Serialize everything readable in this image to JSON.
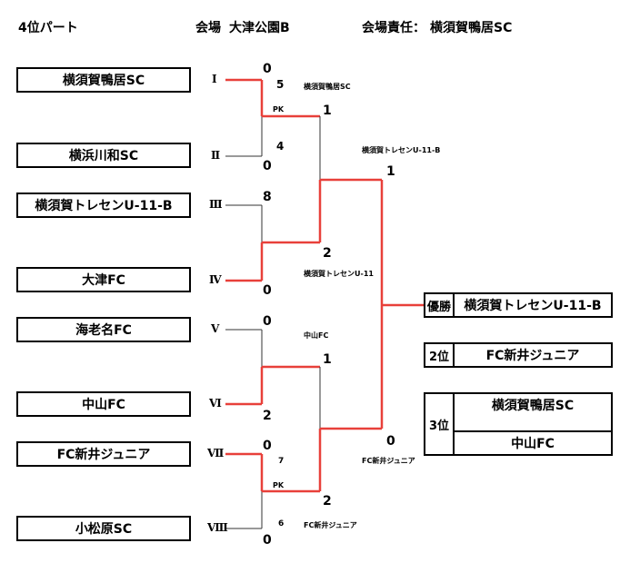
{
  "header": {
    "part": "4位パート",
    "venue_label": "会場",
    "venue": "大津公園B",
    "manager_label": "会場責任：",
    "manager": "横須賀鴨居SC"
  },
  "teams": [
    {
      "num": "Ⅰ",
      "name": "横須賀鴨居SC"
    },
    {
      "num": "Ⅱ",
      "name": "横浜川和SC"
    },
    {
      "num": "Ⅲ",
      "name": "横須賀トレセンU-11-B"
    },
    {
      "num": "Ⅳ",
      "name": "大津FC"
    },
    {
      "num": "Ⅴ",
      "name": "海老名FC"
    },
    {
      "num": "Ⅵ",
      "name": "中山FC"
    },
    {
      "num": "Ⅶ",
      "name": "FC新井ジュニア"
    },
    {
      "num": "Ⅷ",
      "name": "小松原SC"
    }
  ],
  "matches": {
    "m1": {
      "top_score": "0",
      "bottom_score": "0",
      "pk_top": "5",
      "pk_bottom": "4",
      "pk_label": "PK",
      "winner": "横須賀鴨居SC"
    },
    "m2": {
      "top_score": "8",
      "bottom_score": "0",
      "winner": "横須賀トレセンU-11"
    },
    "m3": {
      "top_score": "0",
      "bottom_score": "2",
      "winner": "中山FC"
    },
    "m4": {
      "top_score": "0",
      "bottom_score": "0",
      "pk_top": "7",
      "pk_bottom": "6",
      "pk_label": "PK",
      "winner": "FC新井ジュニア"
    },
    "semi1": {
      "top_score": "1",
      "bottom_score": "2",
      "winner": "横須賀トレセンU-11-B"
    },
    "semi2": {
      "top_score": "1",
      "bottom_score": "2",
      "winner": "FC新井ジュニア"
    },
    "final": {
      "top_score": "1",
      "bottom_score": "0"
    }
  },
  "results": {
    "champion_label": "優勝",
    "champion": "横須賀トレセンU-11-B",
    "second_label": "2位",
    "second": "FC新井ジュニア",
    "third_label": "3位",
    "third_1": "横須賀鴨居SC",
    "third_2": "中山FC"
  },
  "colors": {
    "winner_line": "#e8403a",
    "line": "#333333"
  }
}
